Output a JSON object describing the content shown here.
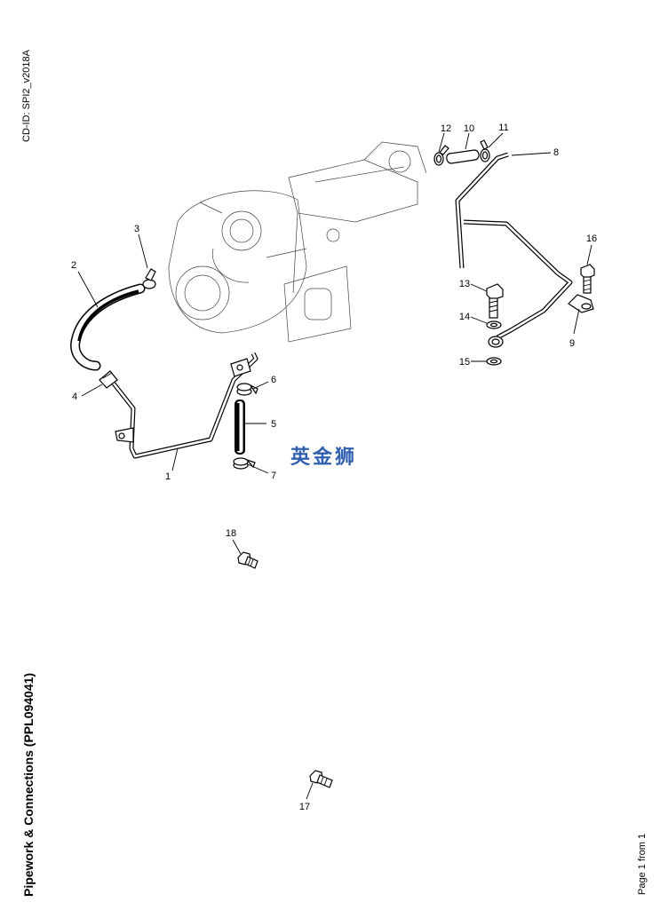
{
  "header": {
    "cd_id": "CD-ID: SPI2_v2018A"
  },
  "footer": {
    "title": "Pipework & Connections (PPL094041)",
    "page": "Page 1 from 1"
  },
  "watermark": "英金狮",
  "callouts": {
    "c1": "1",
    "c2": "2",
    "c3": "3",
    "c4": "4",
    "c5": "5",
    "c6": "6",
    "c7": "7",
    "c8": "8",
    "c9": "9",
    "c10": "10",
    "c11": "11",
    "c12": "12",
    "c13": "13",
    "c14": "14",
    "c15": "15",
    "c16": "16",
    "c17": "17",
    "c18": "18"
  }
}
